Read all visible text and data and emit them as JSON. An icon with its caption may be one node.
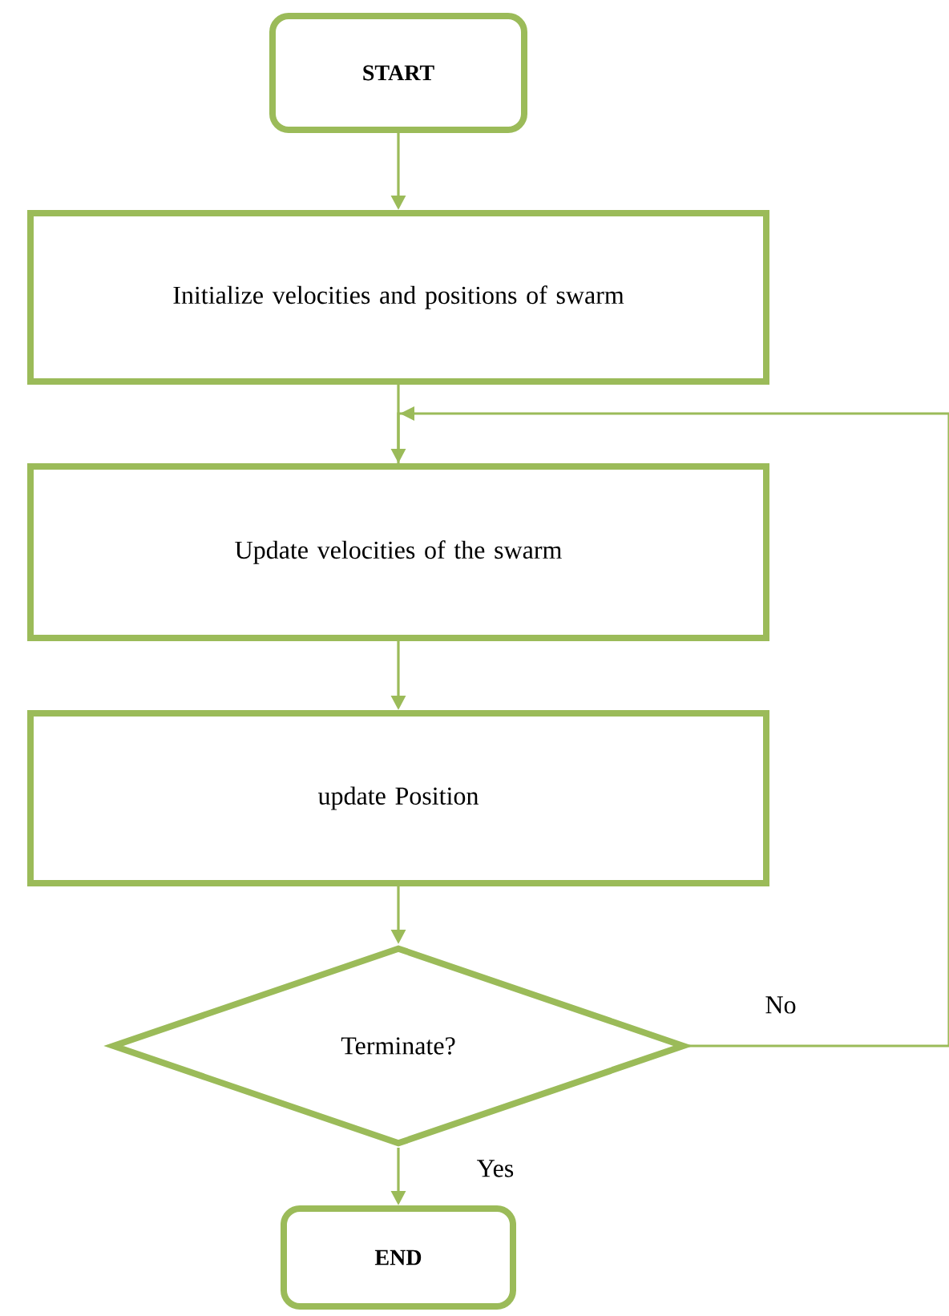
{
  "diagram": {
    "nodes": [
      {
        "text": [
          "**START**"
        ]
      },
      {
        "text": [
          "Initialize velocities and positions of swarm"
        ]
      },
      {
        "text": [
          "Update velocities of the swarm"
        ]
      },
      {
        "text": [
          "update Position"
        ]
      },
      {
        "text": [
          "Terminate?"
        ]
      },
      {
        "text": [
          "**END**"
        ]
      }
    ],
    "edges": [
      {
        "from": 0,
        "to": 1,
        "arrow": "to"
      },
      {
        "from": 1,
        "to": 2,
        "arrow": "to"
      },
      {
        "from": 2,
        "to": 3,
        "arrow": "to"
      },
      {
        "from": 3,
        "to": 4,
        "arrow": "to"
      },
      {
        "from": 4,
        "to": 5,
        "arrow": "to",
        "label": "Yes"
      },
      {
        "from": 4,
        "to": 2,
        "arrow": "to",
        "label": "No"
      }
    ]
  }
}
